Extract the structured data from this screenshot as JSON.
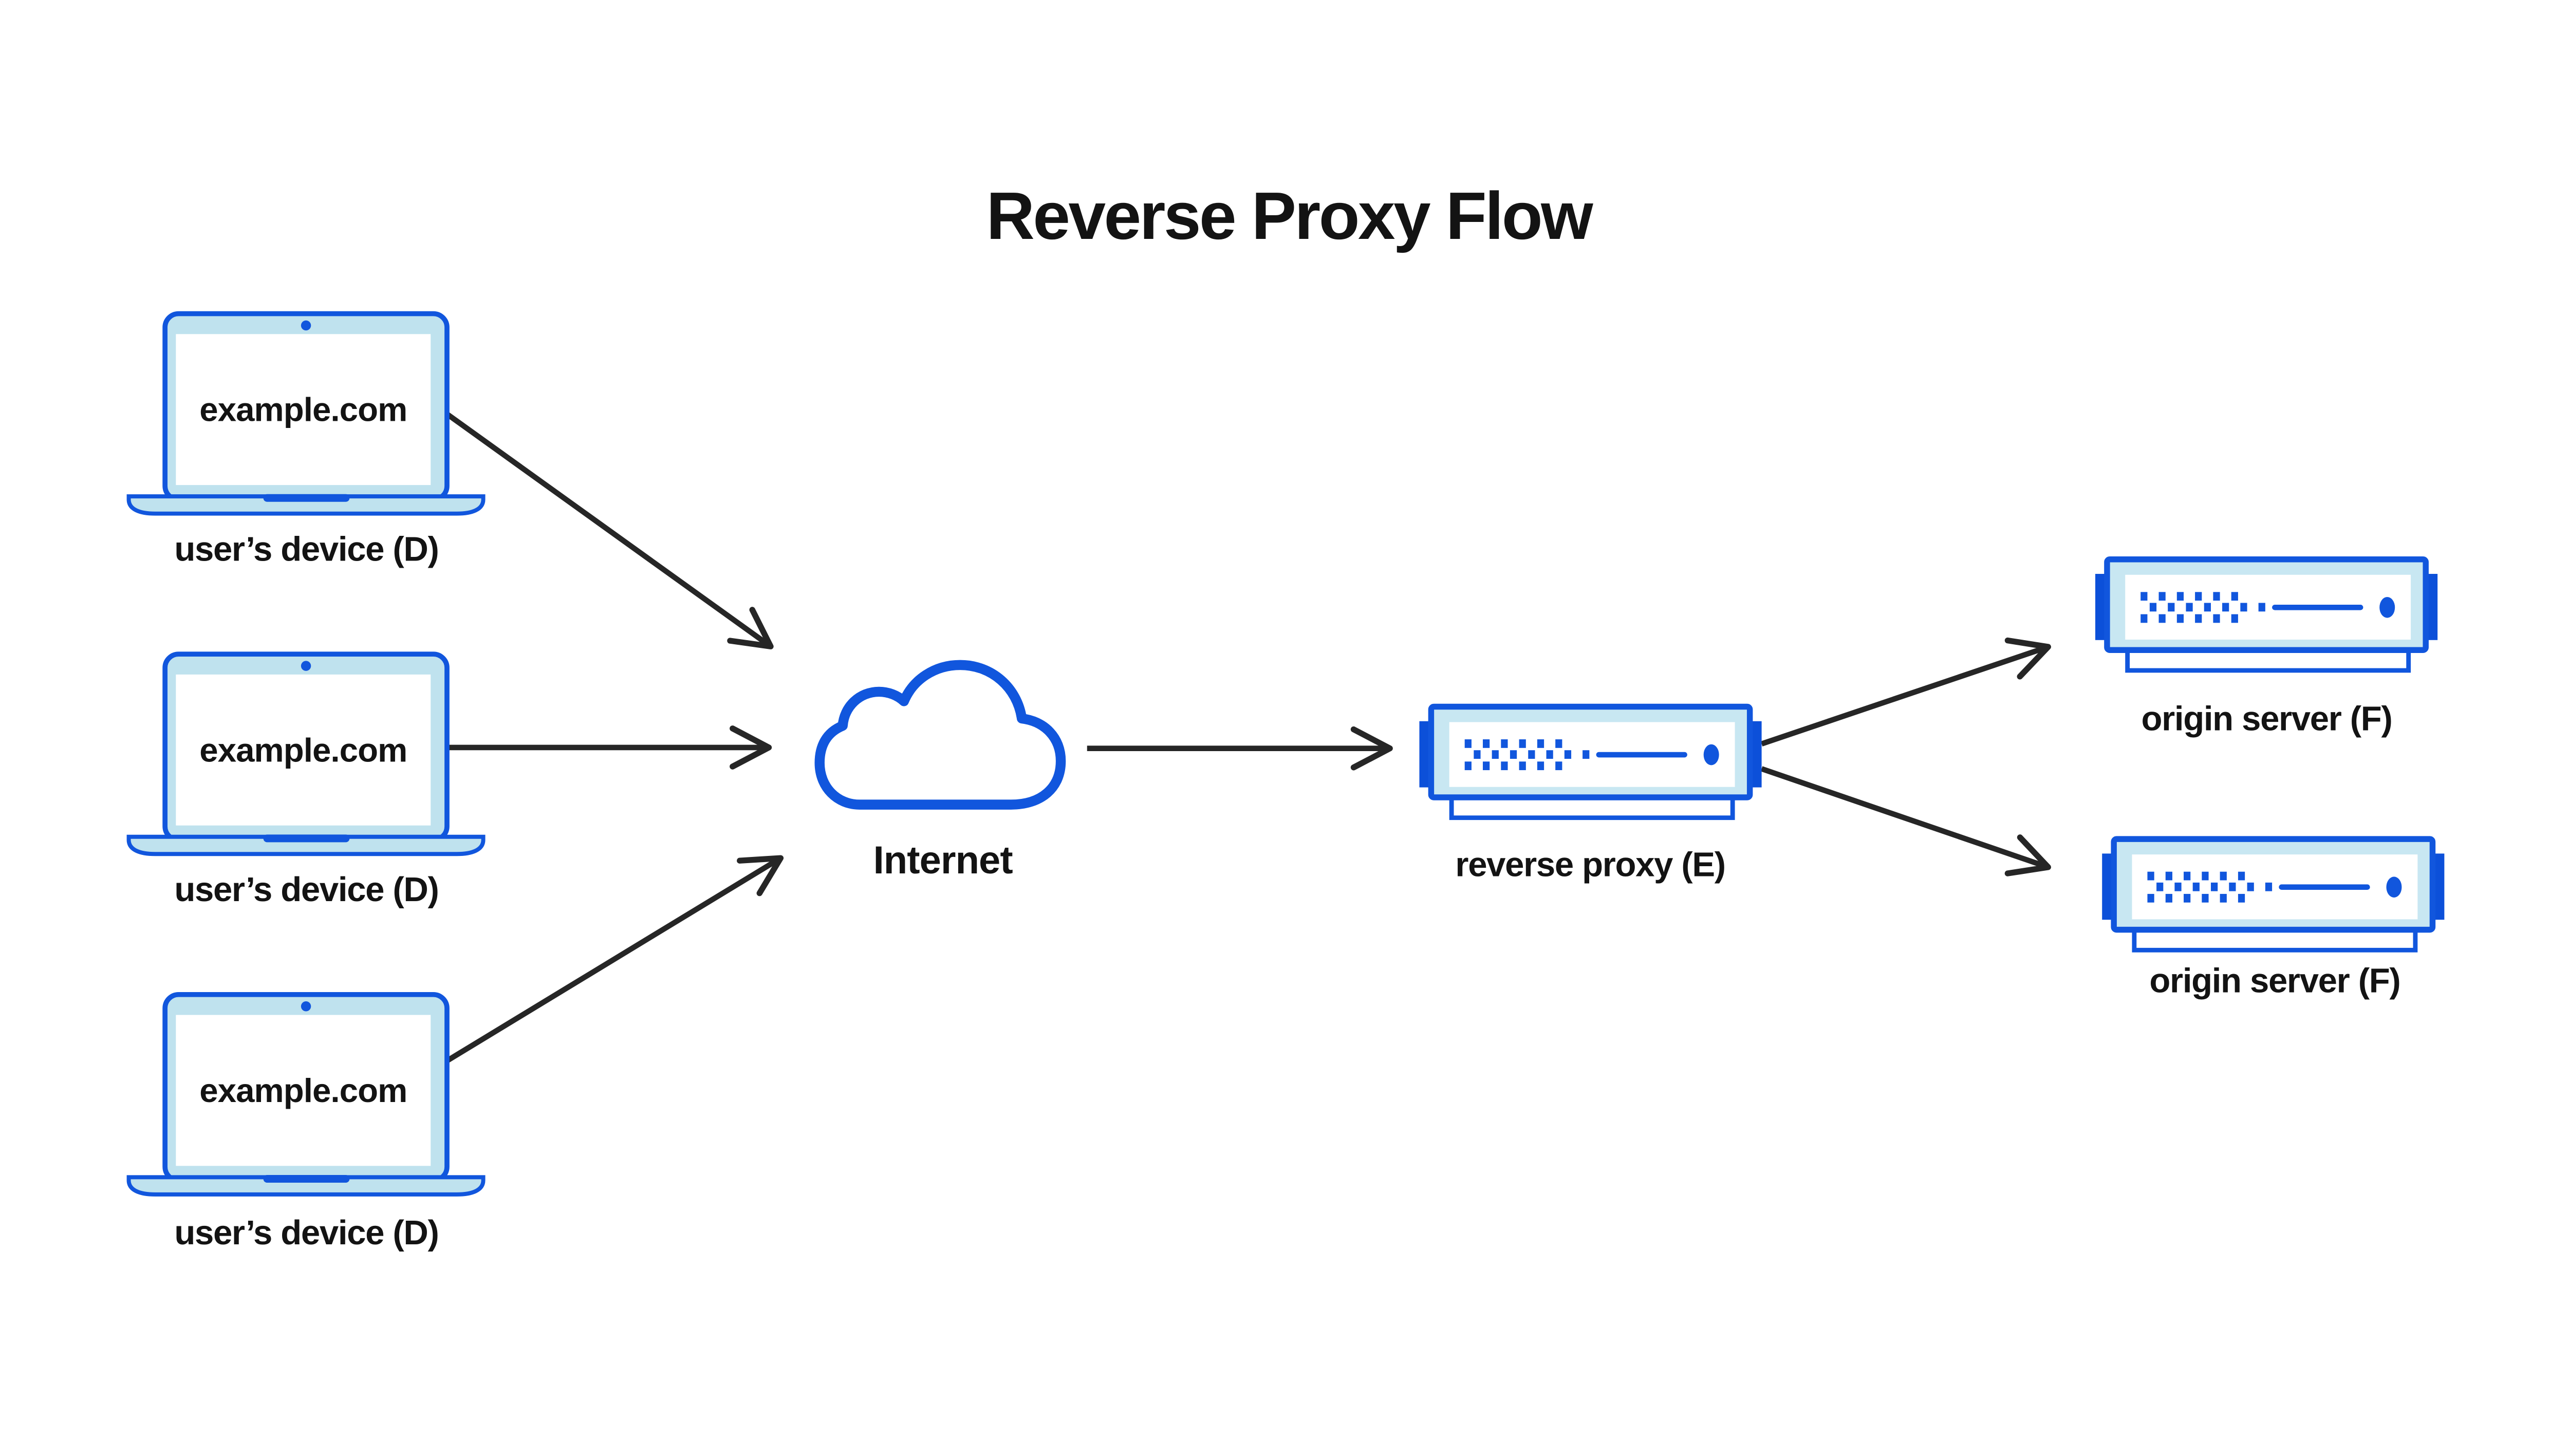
{
  "title": "Reverse Proxy Flow",
  "colors": {
    "primary_blue": "#1156dd",
    "deep_blue": "#0c50d9",
    "laptop_light_blue": "#bfe2ee",
    "server_light_blue": "#c8e7f2",
    "screen_white": "#ffffff",
    "arrow_black": "#262626",
    "text_black": "#131313",
    "background": "#ffffff"
  },
  "devices": [
    {
      "screen_text": "example.com",
      "label": "user’s device (D)"
    },
    {
      "screen_text": "example.com",
      "label": "user’s device (D)"
    },
    {
      "screen_text": "example.com",
      "label": "user’s device (D)"
    }
  ],
  "internet": {
    "label": "Internet"
  },
  "reverse_proxy": {
    "label": "reverse proxy (E)"
  },
  "origin_servers": [
    {
      "label": "origin server (F)"
    },
    {
      "label": "origin server (F)"
    }
  ],
  "connections": [
    {
      "from": "user’s device (D)",
      "to": "Internet"
    },
    {
      "from": "user’s device (D)",
      "to": "Internet"
    },
    {
      "from": "user’s device (D)",
      "to": "Internet"
    },
    {
      "from": "Internet",
      "to": "reverse proxy (E)"
    },
    {
      "from": "reverse proxy (E)",
      "to": "origin server (F)"
    },
    {
      "from": "reverse proxy (E)",
      "to": "origin server (F)"
    }
  ]
}
